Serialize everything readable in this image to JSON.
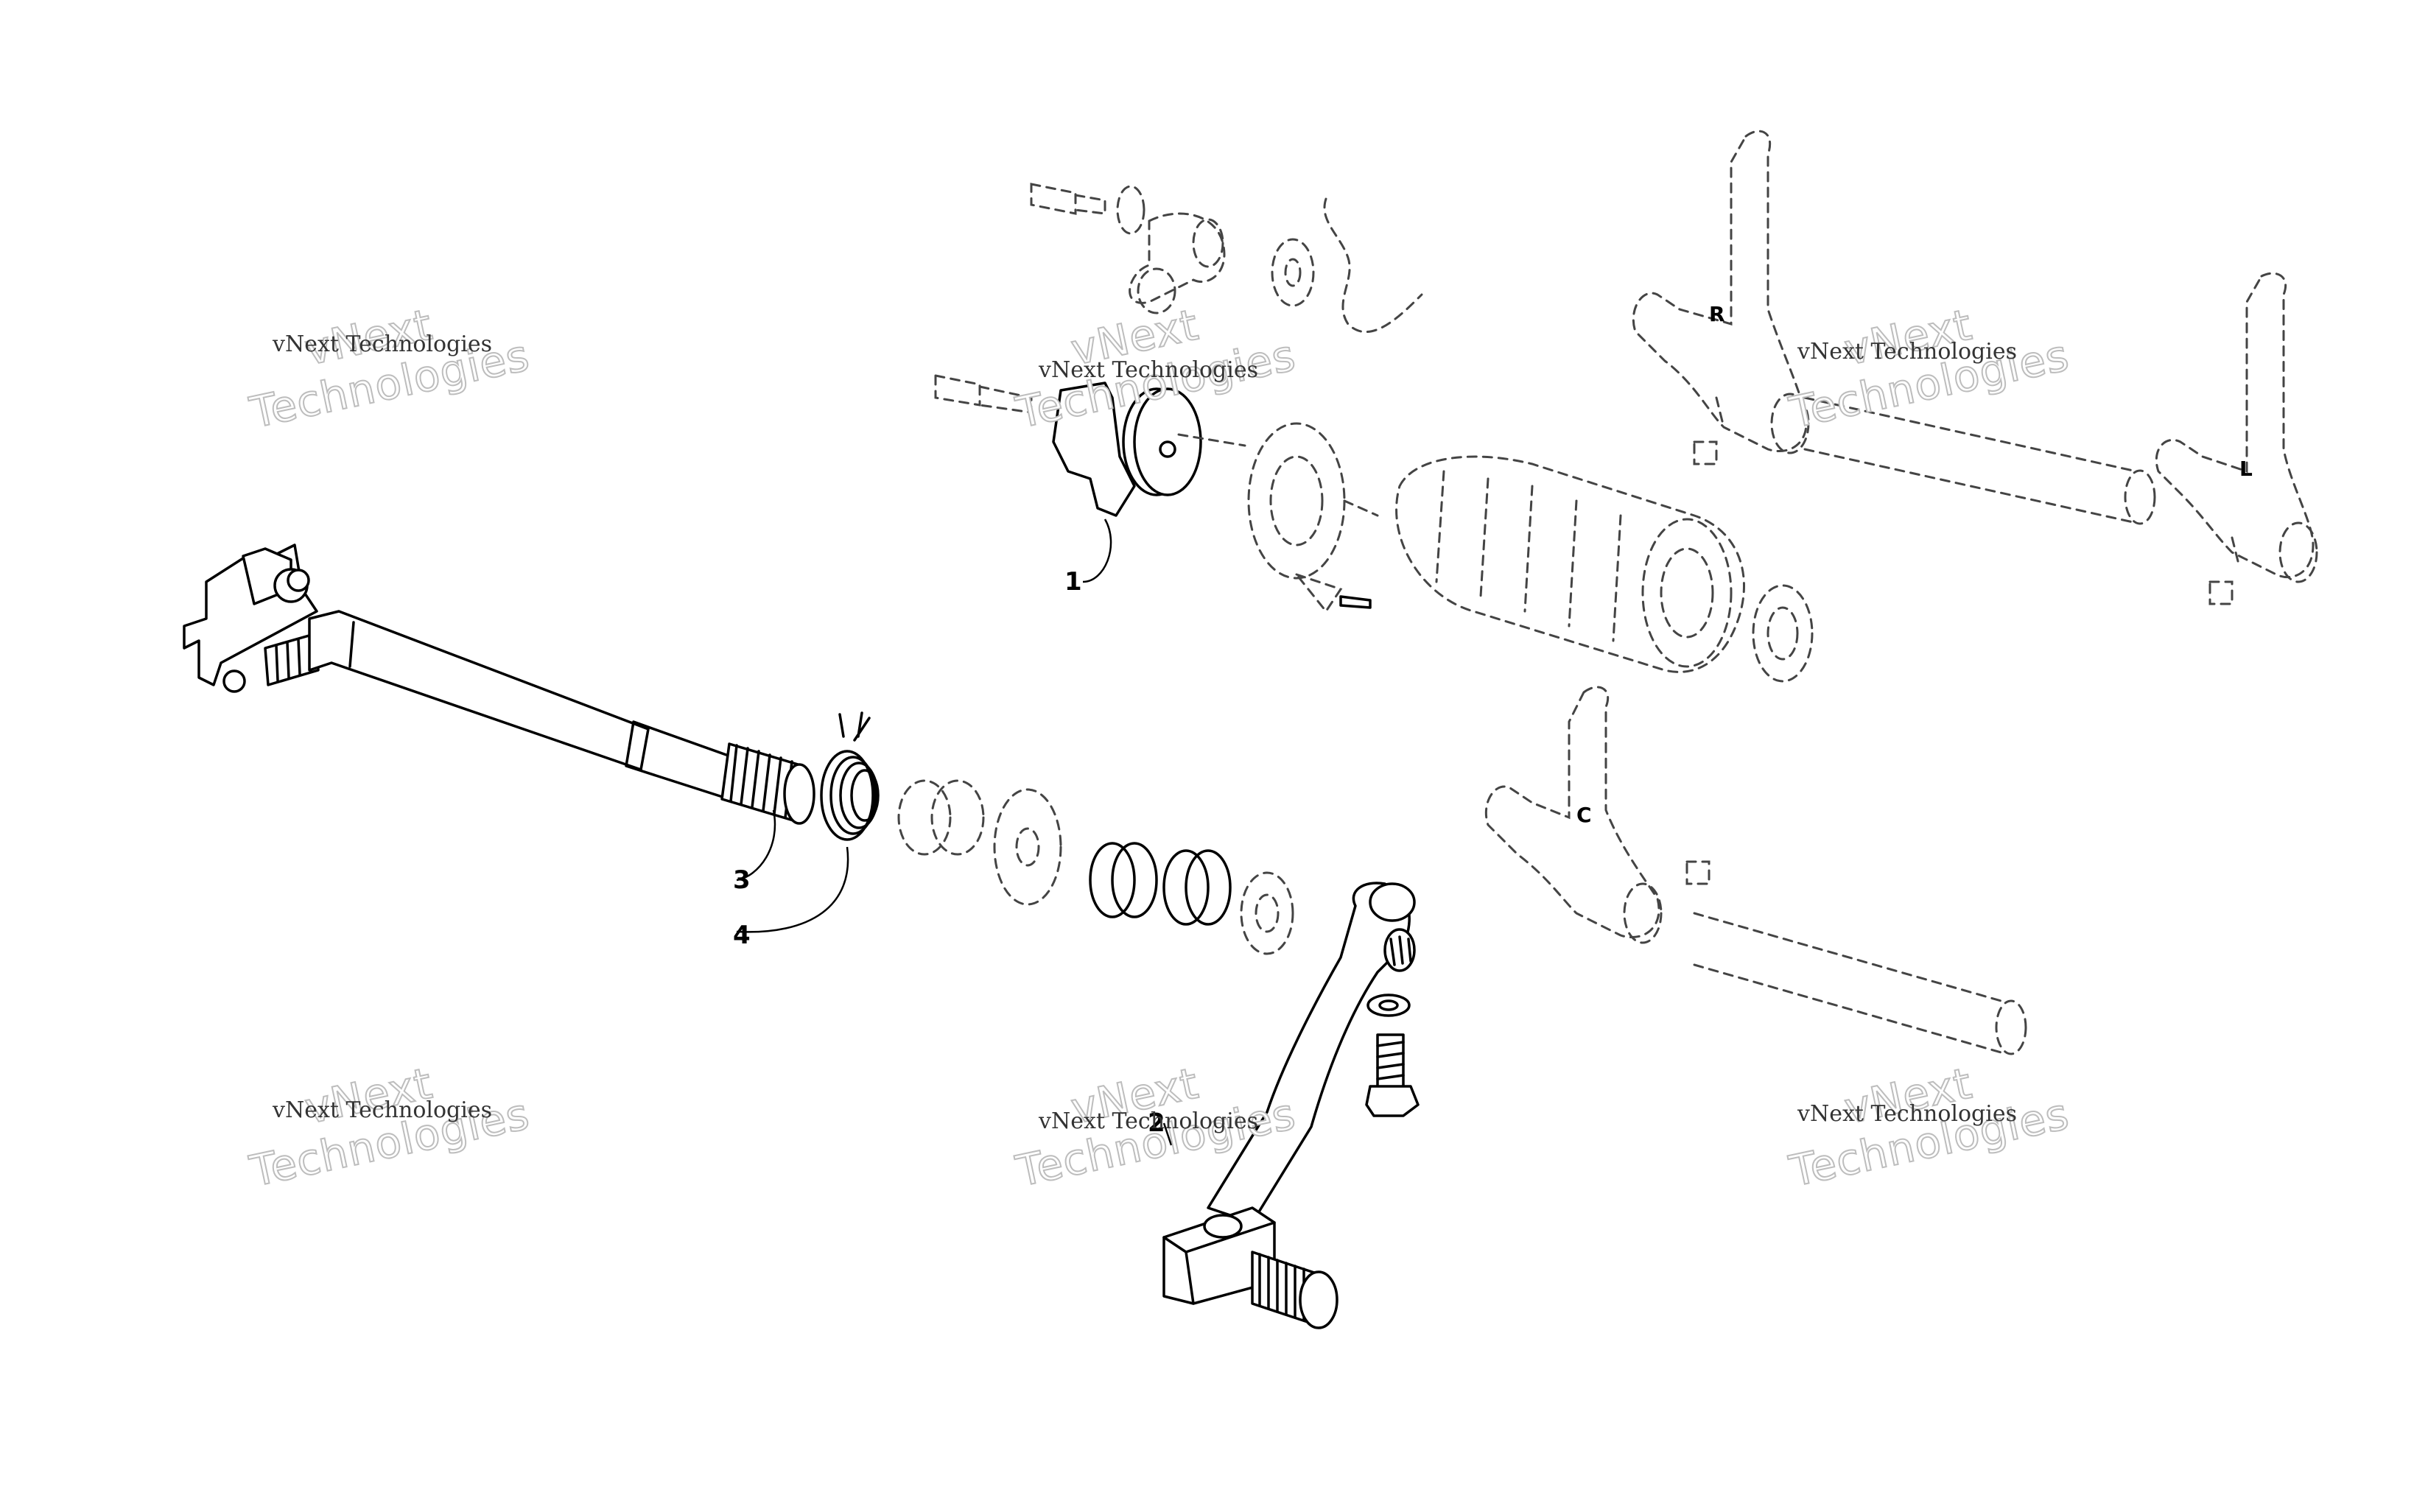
{
  "watermark": {
    "caption": "vNext Technologies",
    "big_line1": "vNext",
    "big_line2": "Technologies"
  },
  "callouts": {
    "c1": "1",
    "c2": "2",
    "c3": "3",
    "c4": "4"
  },
  "fork_marks": {
    "r": "R",
    "l": "L",
    "c": "C"
  }
}
